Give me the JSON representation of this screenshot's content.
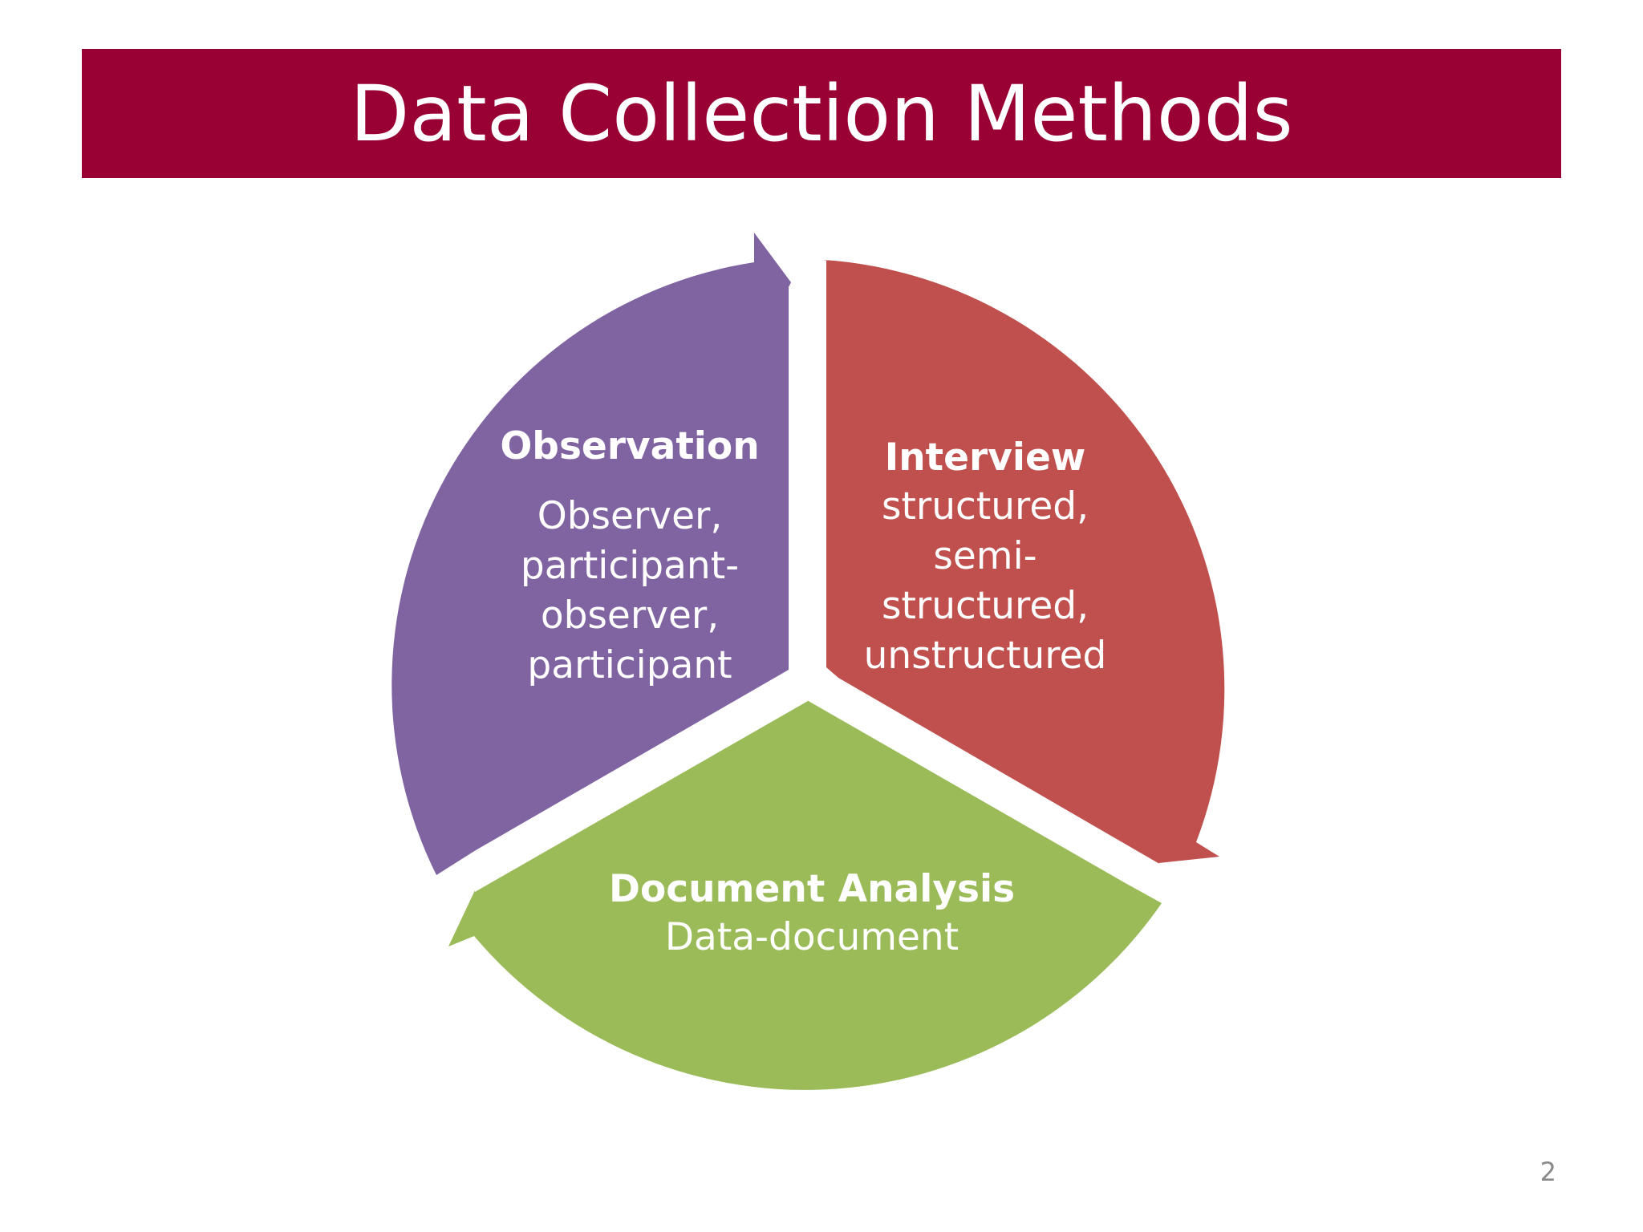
{
  "slide": {
    "title": "Data Collection Methods",
    "page_number": "2"
  },
  "cycle": {
    "observation": {
      "heading": "Observation",
      "lines": [
        "Observer,",
        "participant-",
        "observer,",
        "participant"
      ]
    },
    "interview": {
      "heading": "Interview",
      "lines": [
        "structured,",
        "semi-",
        "structured,",
        "unstructured"
      ]
    },
    "document_analysis": {
      "heading": "Document Analysis",
      "lines": [
        "Data-document"
      ]
    }
  },
  "colors": {
    "title_bar": "#990033",
    "observation": "#8064A2",
    "interview": "#C0504D",
    "document_analysis": "#9BBB59"
  }
}
